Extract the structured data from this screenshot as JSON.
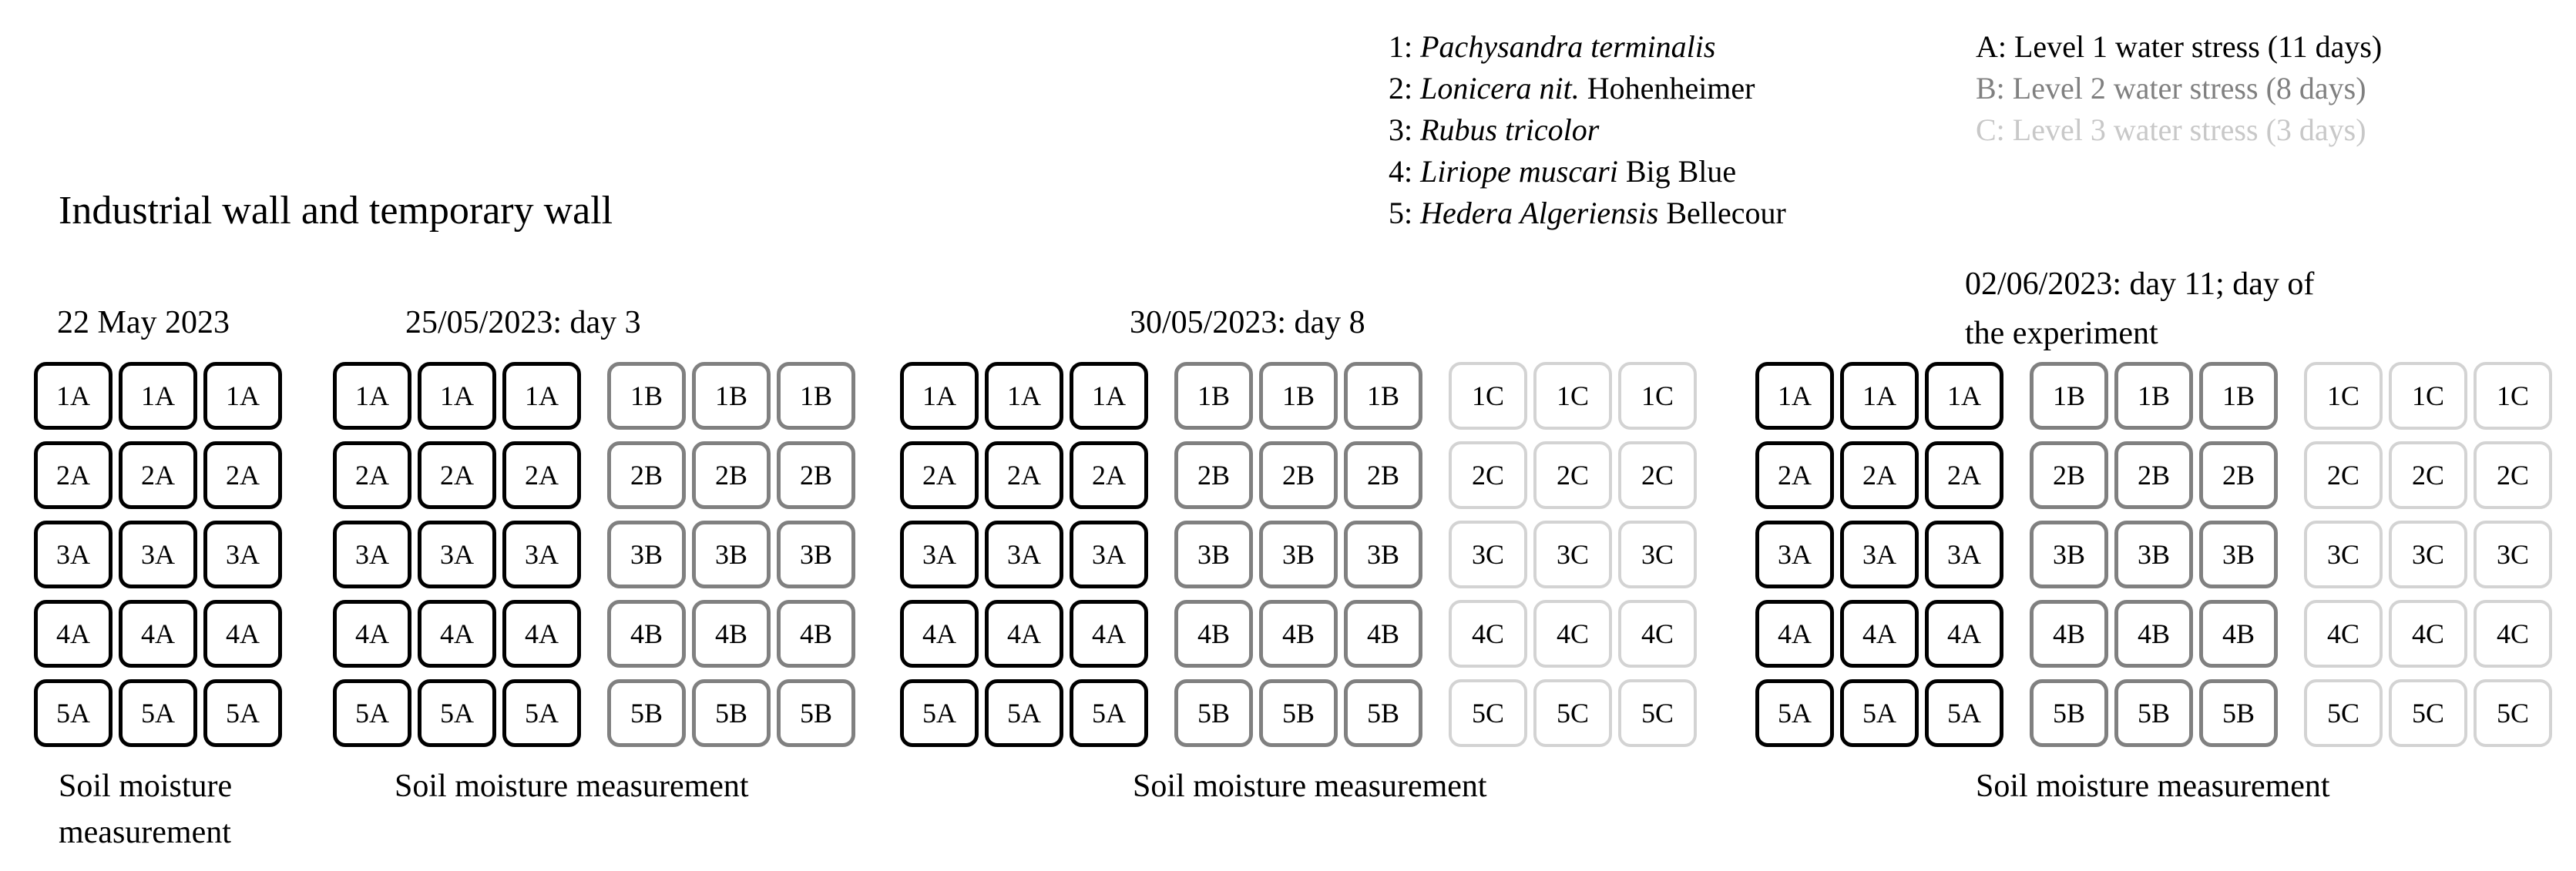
{
  "colors": {
    "level_A": "#000000",
    "level_B": "#808080",
    "level_C": "#c8c8c8"
  },
  "title": "Industrial wall and temporary wall",
  "species_legend": [
    {
      "num": "1:",
      "italic": "Pachysandra terminalis",
      "rest": ""
    },
    {
      "num": "2:",
      "italic": "Lonicera nit.",
      "rest": " Hohenheimer"
    },
    {
      "num": "3:",
      "italic": "Rubus tricolor",
      "rest": ""
    },
    {
      "num": "4:",
      "italic": "Liriope muscari",
      "rest": " Big Blue"
    },
    {
      "num": "5:",
      "italic": "Hedera Algeriensis",
      "rest": " Bellecour"
    }
  ],
  "stress_legend": [
    {
      "label": "A: Level 1 water stress (11 days)",
      "level": "A"
    },
    {
      "label": "B: Level 2 water stress (8 days)",
      "level": "B"
    },
    {
      "label": "C: Level 3 water stress (3 days)",
      "level": "C"
    }
  ],
  "panels": [
    {
      "date": "22 May 2023",
      "date_line2": "",
      "levels": [
        "A"
      ],
      "caption": "Soil moisture",
      "caption_line2": "measurement"
    },
    {
      "date": "25/05/2023:  day  3",
      "date_line2": "",
      "levels": [
        "A",
        "B"
      ],
      "caption": "Soil moisture measurement",
      "caption_line2": ""
    },
    {
      "date": "30/05/2023:  day  8",
      "date_line2": "",
      "levels": [
        "A",
        "B",
        "C"
      ],
      "caption": "Soil moisture measurement",
      "caption_line2": ""
    },
    {
      "date": "02/06/2023:  day  11; day  of",
      "date_line2": "the experiment",
      "levels": [
        "A",
        "B",
        "C"
      ],
      "caption": "Soil moisture measurement",
      "caption_line2": ""
    }
  ],
  "grid": {
    "rows": [
      "1",
      "2",
      "3",
      "4",
      "5"
    ],
    "cols_per_block": 3
  }
}
